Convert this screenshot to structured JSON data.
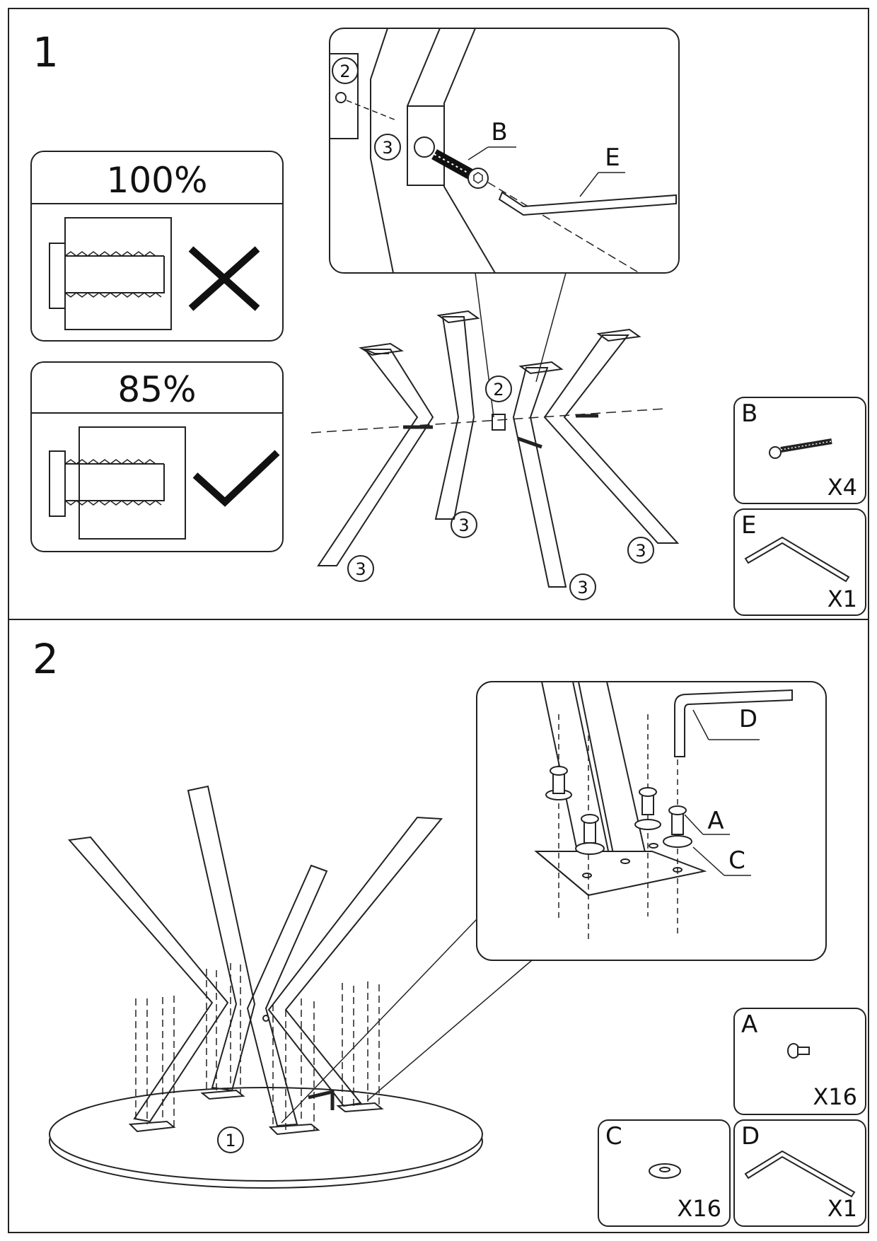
{
  "steps": [
    {
      "number": "1",
      "torque_boxes": [
        {
          "percent": "100%",
          "verdict": "incorrect",
          "icon": "cross-icon"
        },
        {
          "percent": "85%",
          "verdict": "correct",
          "icon": "check-icon"
        }
      ],
      "callouts": {
        "bolt": "B",
        "key": "E",
        "frame": "2",
        "leg": "3"
      },
      "parts": [
        {
          "letter": "B",
          "quantity": "X4",
          "icon": "bolt-icon"
        },
        {
          "letter": "E",
          "quantity": "X1",
          "icon": "allen-key-icon"
        }
      ]
    },
    {
      "number": "2",
      "callouts": {
        "top": "1",
        "screw": "A",
        "washer": "C",
        "key": "D"
      },
      "parts": [
        {
          "letter": "A",
          "quantity": "X16",
          "icon": "screw-icon"
        },
        {
          "letter": "C",
          "quantity": "X16",
          "icon": "washer-icon"
        },
        {
          "letter": "D",
          "quantity": "X1",
          "icon": "allen-key-icon"
        }
      ]
    }
  ]
}
